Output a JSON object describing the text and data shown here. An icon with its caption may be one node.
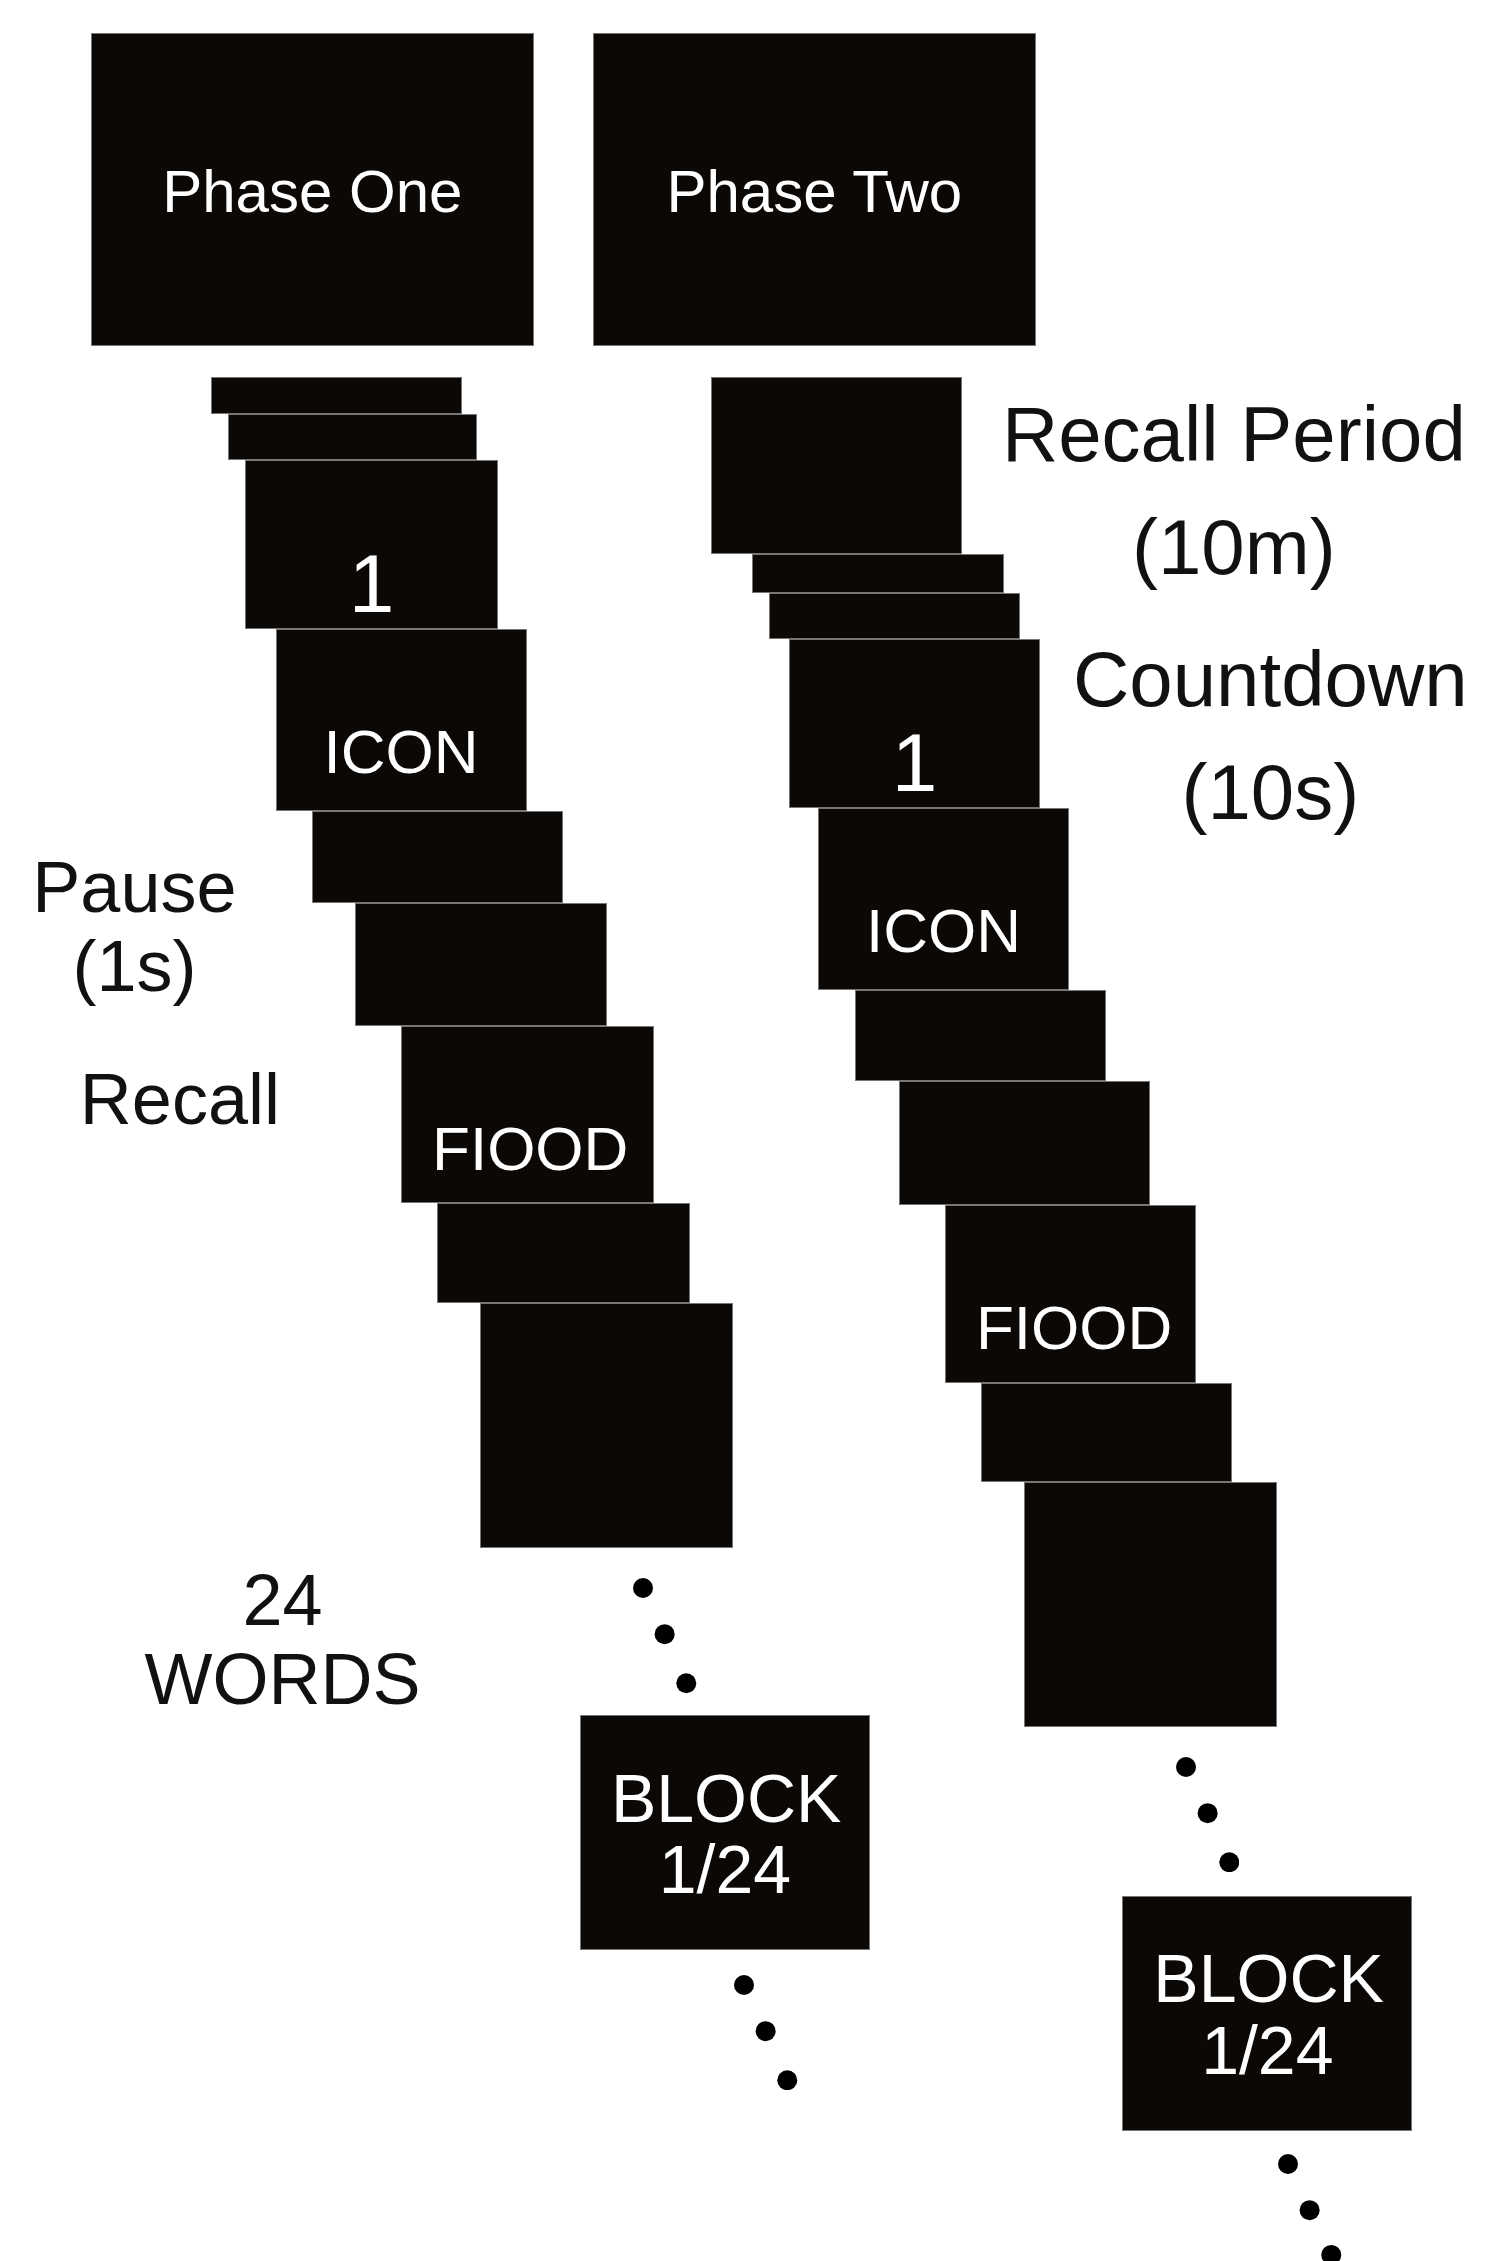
{
  "diagram": {
    "nodes": [
      {
        "text": [
          "Phase One"
        ]
      },
      {
        "text": [
          "Phase Two"
        ]
      },
      {
        "text": [],
        "shape": "box"
      },
      {
        "text": [],
        "shape": "box"
      },
      {
        "text": [
          "1"
        ]
      },
      {
        "text": [
          "ICON"
        ]
      },
      {
        "text": [],
        "shape": "box"
      },
      {
        "text": [],
        "shape": "box"
      },
      {
        "text": [
          "FIOOD"
        ]
      },
      {
        "text": [],
        "shape": "box"
      },
      {
        "text": [],
        "shape": "box"
      },
      {
        "text": [
          "BLOCK 1/24"
        ]
      },
      {
        "text": [],
        "shape": "box"
      },
      {
        "text": [],
        "shape": "box"
      },
      {
        "text": [],
        "shape": "box"
      },
      {
        "text": [
          "1"
        ]
      },
      {
        "text": [
          "ICON"
        ]
      },
      {
        "text": [],
        "shape": "box"
      },
      {
        "text": [],
        "shape": "box"
      },
      {
        "text": [
          "FIOOD"
        ]
      },
      {
        "text": [],
        "shape": "box"
      },
      {
        "text": [],
        "shape": "box"
      },
      {
        "text": [
          "BLOCK 1/24"
        ]
      }
    ],
    "edges": [],
    "labels": [
      "Recall Period (10m)",
      "Countdown (10s)",
      "Pause (1s)",
      "Recall",
      "24 WORDS"
    ]
  }
}
